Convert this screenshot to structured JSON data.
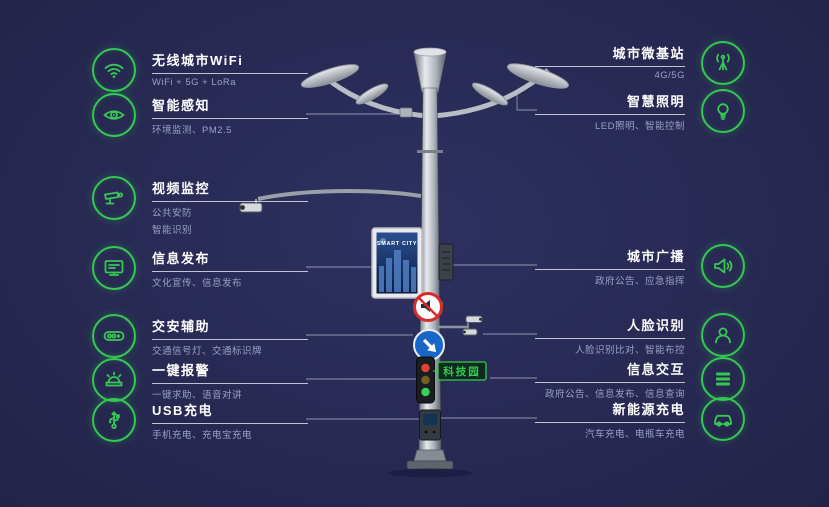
{
  "colors": {
    "background": "#282a52",
    "accent": "#35c952",
    "line": "#c9cde0"
  },
  "pole": {
    "screen_title": "SMART CITY",
    "tag_label": "科技园"
  },
  "features": {
    "left": [
      {
        "key": "city-wifi",
        "icon": "wifi-icon",
        "title": "无线城市WiFi",
        "subtitle": "WiFi + 5G + LoRa"
      },
      {
        "key": "smart-sensing",
        "icon": "sensor-icon",
        "title": "智能感知",
        "subtitle": "环境监测、PM2.5"
      },
      {
        "key": "video-surveillance",
        "icon": "cctv-icon",
        "title": "视频监控",
        "subtitle": "公共安防",
        "subtitle2": "智能识别"
      },
      {
        "key": "info-publish",
        "icon": "display-icon",
        "title": "信息发布",
        "subtitle": "文化宣传、信息发布"
      },
      {
        "key": "traffic-safety-assist",
        "icon": "traffic-signal-icon",
        "title": "交安辅助",
        "subtitle": "交通信号灯、交通标识牌"
      },
      {
        "key": "one-key-alarm",
        "icon": "alarm-icon",
        "title": "一键报警",
        "subtitle": "一键求助、语音对讲"
      },
      {
        "key": "usb-charging",
        "icon": "usb-icon",
        "title": "USB充电",
        "subtitle": "手机充电、充电宝充电"
      }
    ],
    "right": [
      {
        "key": "micro-base-station",
        "icon": "antenna-icon",
        "title": "城市微基站",
        "subtitle": "4G/5G"
      },
      {
        "key": "smart-lighting",
        "icon": "bulb-icon",
        "title": "智慧照明",
        "subtitle": "LED照明、智能控制"
      },
      {
        "key": "city-broadcast",
        "icon": "speaker-icon",
        "title": "城市广播",
        "subtitle": "政府公告、应急指挥"
      },
      {
        "key": "face-recognition",
        "icon": "face-icon",
        "title": "人脸识别",
        "subtitle": "人脸识别比对、智能布控"
      },
      {
        "key": "info-interaction",
        "icon": "info-exchange-icon",
        "title": "信息交互",
        "subtitle": "政府公告、信息发布、信息查询"
      },
      {
        "key": "ev-charging",
        "icon": "ev-car-icon",
        "title": "新能源充电",
        "subtitle": "汽车充电、电瓶车充电"
      }
    ]
  }
}
